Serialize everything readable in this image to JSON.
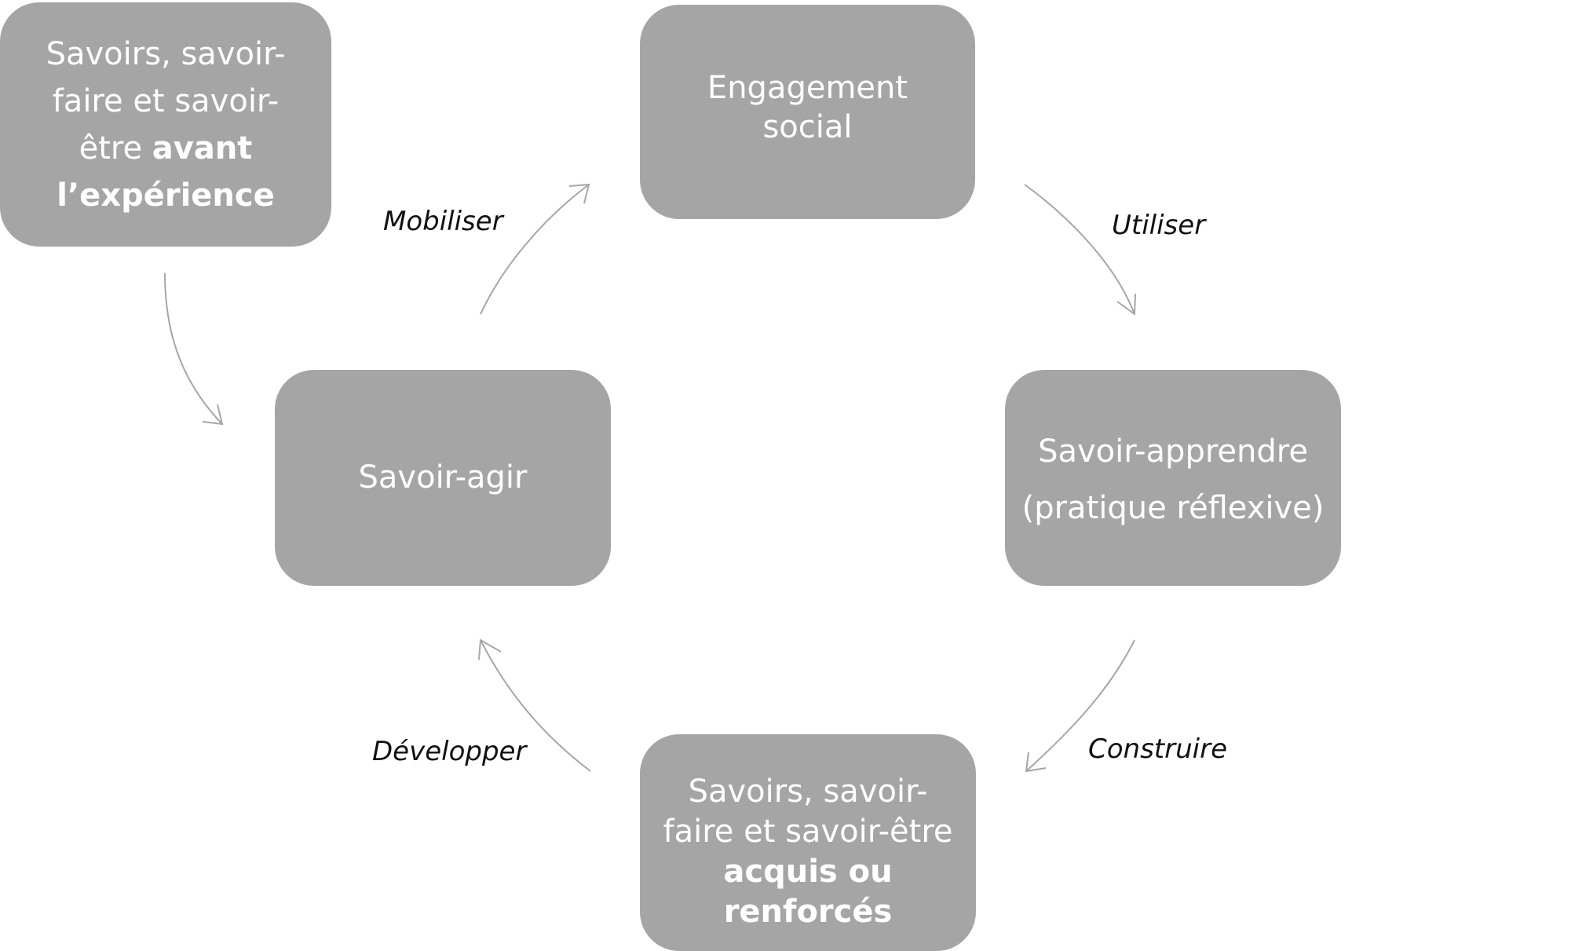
{
  "nodes": {
    "prior": {
      "line1": "Savoirs, savoir-",
      "line2": "faire et savoir-",
      "line3_plain": "être ",
      "line3_bold": "avant",
      "line4_bold": "l’expérience"
    },
    "engagement": {
      "line1": "Engagement",
      "line2": "social"
    },
    "apprendre": {
      "line1": "Savoir-apprendre",
      "line2": "(pratique réflexive)"
    },
    "agir": {
      "line1": "Savoir-agir"
    },
    "acquis": {
      "line1": "Savoirs, savoir-",
      "line2": "faire et savoir-être",
      "line3_bold": "acquis ou",
      "line4_bold": "renforcés"
    }
  },
  "edges": {
    "mobiliser": "Mobiliser",
    "utiliser": "Utiliser",
    "construire": "Construire",
    "developper": "Développer"
  },
  "colors": {
    "node_fill": "#a5a5a5",
    "node_text": "#ffffff",
    "arrow": "#a6a6a6",
    "label_text": "#111111"
  }
}
